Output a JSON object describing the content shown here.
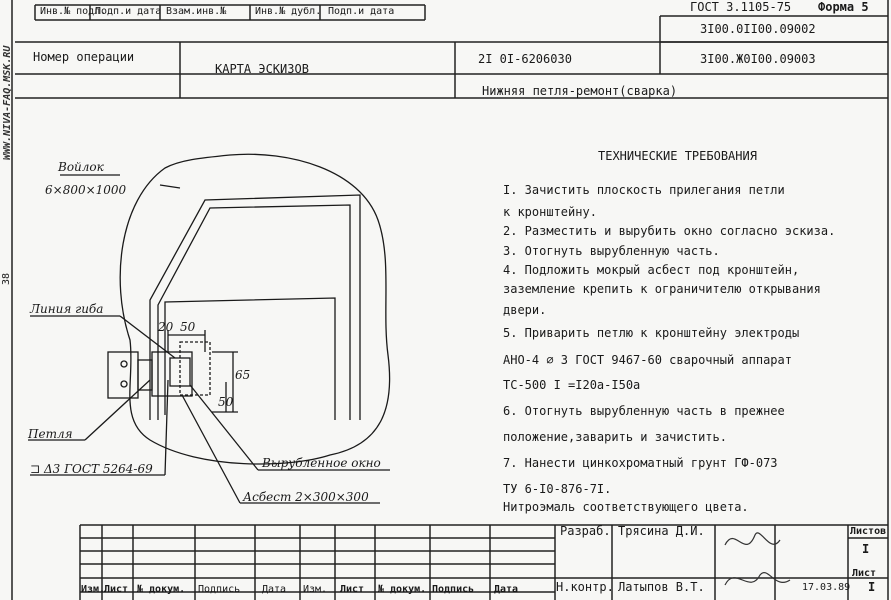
{
  "watermark": "WWW.NIVA-FAQ.MSK.RU",
  "page_side_number": "38",
  "gost_form": {
    "gost": "ГОСТ 3.1105-75",
    "form": "Форма 5"
  },
  "stamp_header": {
    "c1": "Инв.№ подл.",
    "c2": "Подп.и дата",
    "c3": "Взам.инв.№",
    "c4": "Инв.№ дубл.",
    "c5": "Подп.и дата"
  },
  "doc_codes": {
    "top": "3I00.0II00.09002",
    "main": "3I00.Ж0I00.09003"
  },
  "operation_label": "Номер операции",
  "doc_type": "КАРТА ЭСКИЗОВ",
  "detail_code": "2I 0I-6206030",
  "detail_name": "Нижняя петля-ремонт(сварка)",
  "requirements": {
    "title": "ТЕХНИЧЕСКИЕ ТРЕБОВАНИЯ",
    "lines": [
      "I. Зачистить плоскость прилегания петли",
      "к кронштейну.",
      "2. Разместить и вырубить окно согласно эскиза.",
      "3. Отогнуть вырубленную часть.",
      "4. Подложить мокрый асбест под кронштейн,",
      "заземление крепить к ограничителю открывания",
      "двери.",
      "5. Приварить петлю к кронштейну электроды",
      "АНО-4 ∅ 3 ГОСТ 9467-60 сварочный аппарат",
      "ТС-500        I =I20а-I50а",
      "6. Отогнуть вырубленную часть в прежнее",
      "положение,заварить и зачистить.",
      "7. Нанести цинкохроматный грунт ГФ-073",
      "ТУ 6-I0-876-7I.",
      "Нитроэмаль соответствующего цвета."
    ]
  },
  "sketch_labels": {
    "vojlok": "Войлок",
    "vojlok_size": "6×800×1000",
    "bend_line": "Линия гиба",
    "hinge": "Петля",
    "weld_symbol": "⊐ Δ3 ГОСТ 5264-69",
    "cut_window": "Вырубленное окно",
    "asbestos": "Асбест 2×300×300",
    "dim_20": "20",
    "dim_50": "50",
    "dim_65": "65",
    "dim_50v": "50"
  },
  "title_block": {
    "developed_label": "Разраб.",
    "developer": "Трясина Д.И.",
    "norm_label": "Н.контр.",
    "norm_person": "Латыпов В.Т.",
    "date": "17.03.89",
    "sheets_label": "Листов",
    "sheet_label": "Лист",
    "sheets_value": "I",
    "sheet_value": "I",
    "bottom_cols": [
      "Изм.",
      "Лист",
      "№ докум.",
      "Подпись",
      "Дата",
      "Изм.",
      "Лист",
      "№ докум.",
      "Подпись",
      "Дата"
    ]
  }
}
